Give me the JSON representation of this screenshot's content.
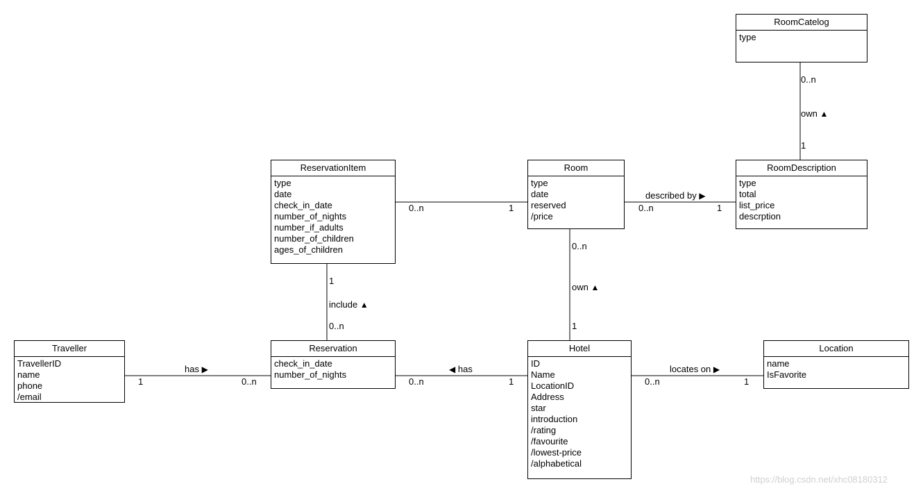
{
  "classes": {
    "roomcatelog": {
      "name": "RoomCatelog",
      "attrs": [
        "type"
      ]
    },
    "roomdescription": {
      "name": "RoomDescription",
      "attrs": [
        "type",
        "total",
        "list_price",
        "descrption"
      ]
    },
    "room": {
      "name": "Room",
      "attrs": [
        "type",
        "date",
        "reserved",
        "/price"
      ]
    },
    "reservationitem": {
      "name": "ReservationItem",
      "attrs": [
        "type",
        "date",
        "check_in_date",
        "number_of_nights",
        "number_if_adults",
        "number_of_children",
        "ages_of_children"
      ]
    },
    "traveller": {
      "name": "Traveller",
      "attrs": [
        "TravellerID",
        "name",
        "phone",
        "/email"
      ]
    },
    "reservation": {
      "name": "Reservation",
      "attrs": [
        "check_in_date",
        "number_of_nights"
      ]
    },
    "hotel": {
      "name": "Hotel",
      "attrs": [
        "ID",
        "Name",
        "LocationID",
        "Address",
        "star",
        "introduction",
        "/rating",
        "/favourite",
        "/lowest-price",
        "/alphabetical"
      ]
    },
    "location": {
      "name": "Location",
      "attrs": [
        "name",
        "IsFavorite"
      ]
    }
  },
  "associations": {
    "catelog_description": {
      "name": "own",
      "arrow": "▲",
      "mult_a": "0..n",
      "mult_b": "1"
    },
    "item_room": {
      "mult_a": "0..n",
      "mult_b": "1"
    },
    "room_description": {
      "name": "described by",
      "arrow": "▶",
      "mult_a": "0..n",
      "mult_b": "1"
    },
    "hotel_room": {
      "name": "own",
      "arrow": "▲",
      "mult_a": "0..n",
      "mult_b": "1"
    },
    "reservation_item": {
      "name": "include",
      "arrow": "▲",
      "mult_a": "1",
      "mult_b": "0..n"
    },
    "traveller_reservation": {
      "name": "has",
      "arrow": "▶",
      "mult_a": "1",
      "mult_b": "0..n"
    },
    "reservation_hotel": {
      "name": "has",
      "arrow": "◀",
      "mult_a": "0..n",
      "mult_b": "1"
    },
    "hotel_location": {
      "name": "locates on",
      "arrow": "▶",
      "mult_a": "0..n",
      "mult_b": "1"
    }
  },
  "watermark": "https://blog.csdn.net/xhc08180312"
}
